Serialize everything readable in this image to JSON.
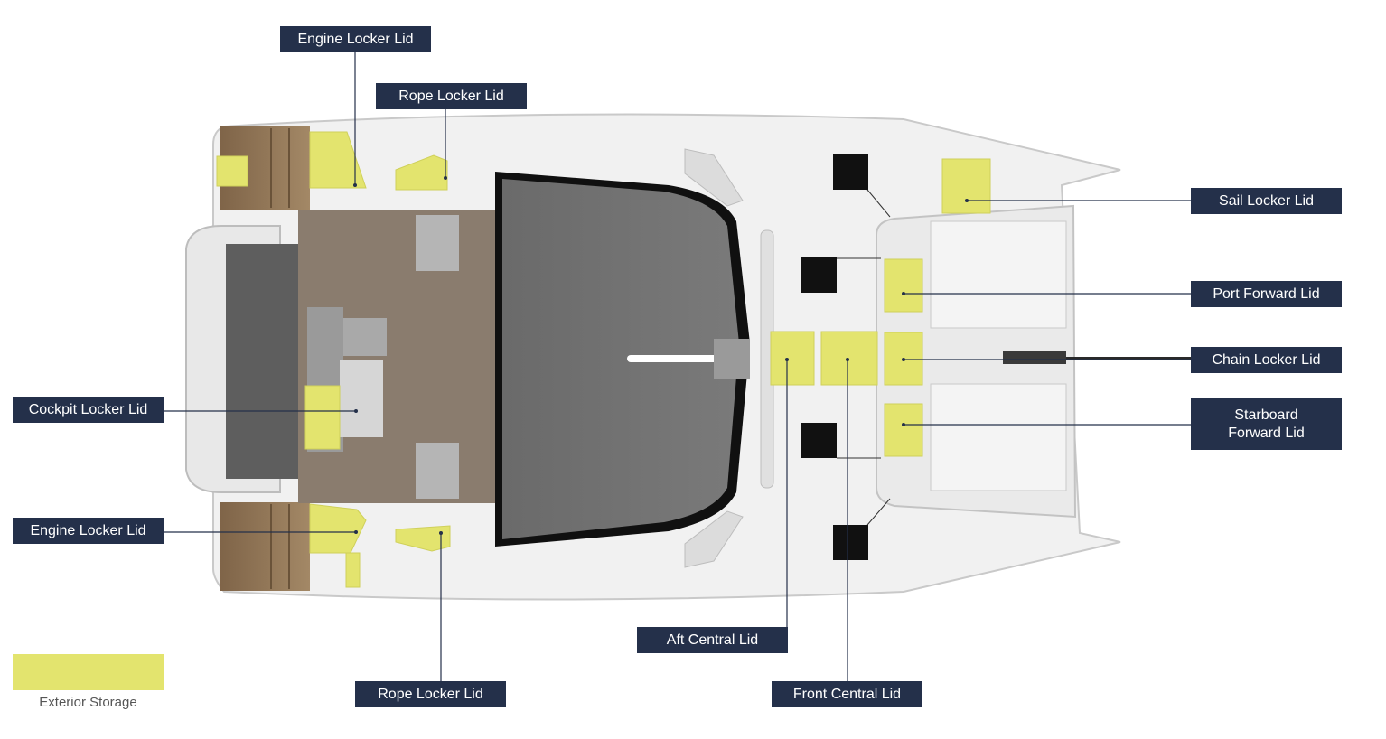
{
  "colors": {
    "storage_yellow": "#e3e46e",
    "callout_bg": "#24304a",
    "hull_white": "#f1f1f1",
    "deck_wood": "#8e7458",
    "cabin_grey": "#6f6f6f",
    "hatch_black": "#111111"
  },
  "callouts": {
    "engine_locker_port": "Engine Locker Lid",
    "rope_locker_port": "Rope Locker Lid",
    "sail_locker": "Sail Locker Lid",
    "port_forward": "Port Forward Lid",
    "chain_locker": "Chain Locker Lid",
    "starboard_forward": "Starboard\nForward Lid",
    "cockpit_locker": "Cockpit Locker Lid",
    "engine_locker_starboard": "Engine Locker Lid",
    "rope_locker_starboard": "Rope Locker Lid",
    "aft_central": "Aft Central Lid",
    "front_central": "Front Central Lid"
  },
  "legend": {
    "label": "Exterior Storage"
  }
}
